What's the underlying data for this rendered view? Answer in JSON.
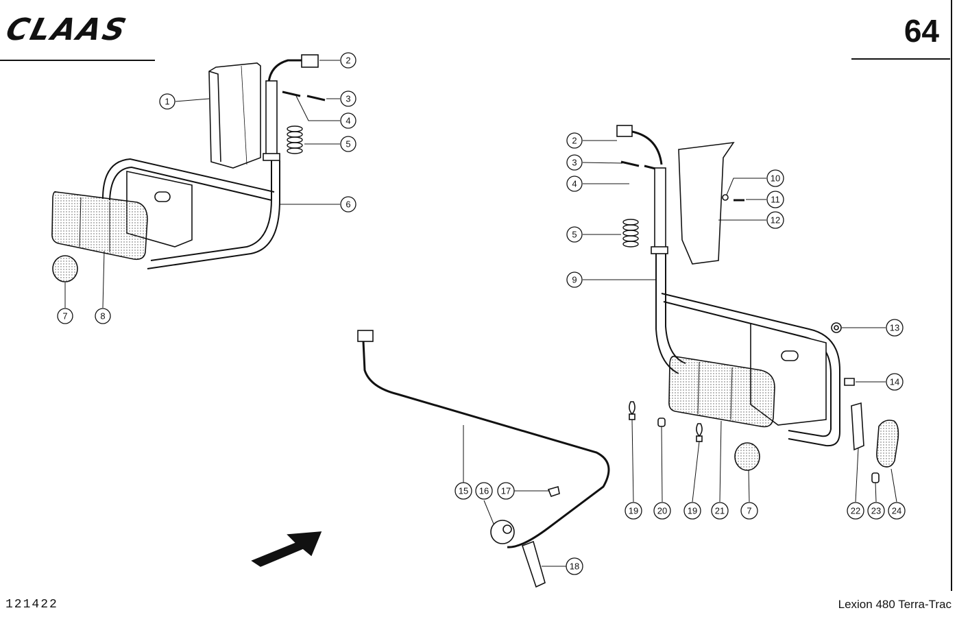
{
  "header": {
    "brand": "CLAAS",
    "page_number": "64"
  },
  "footer": {
    "drawing_number": "121422",
    "model": "Lexion 480 Terra-Trac"
  },
  "callouts_left": [
    "1",
    "2",
    "3",
    "4",
    "5",
    "6",
    "7",
    "8"
  ],
  "callouts_right": [
    "2",
    "3",
    "4",
    "5",
    "9",
    "10",
    "11",
    "12",
    "13",
    "14"
  ],
  "callouts_bottom": [
    "15",
    "16",
    "17",
    "18",
    "19",
    "20",
    "19",
    "21",
    "7",
    "22",
    "23",
    "24"
  ]
}
